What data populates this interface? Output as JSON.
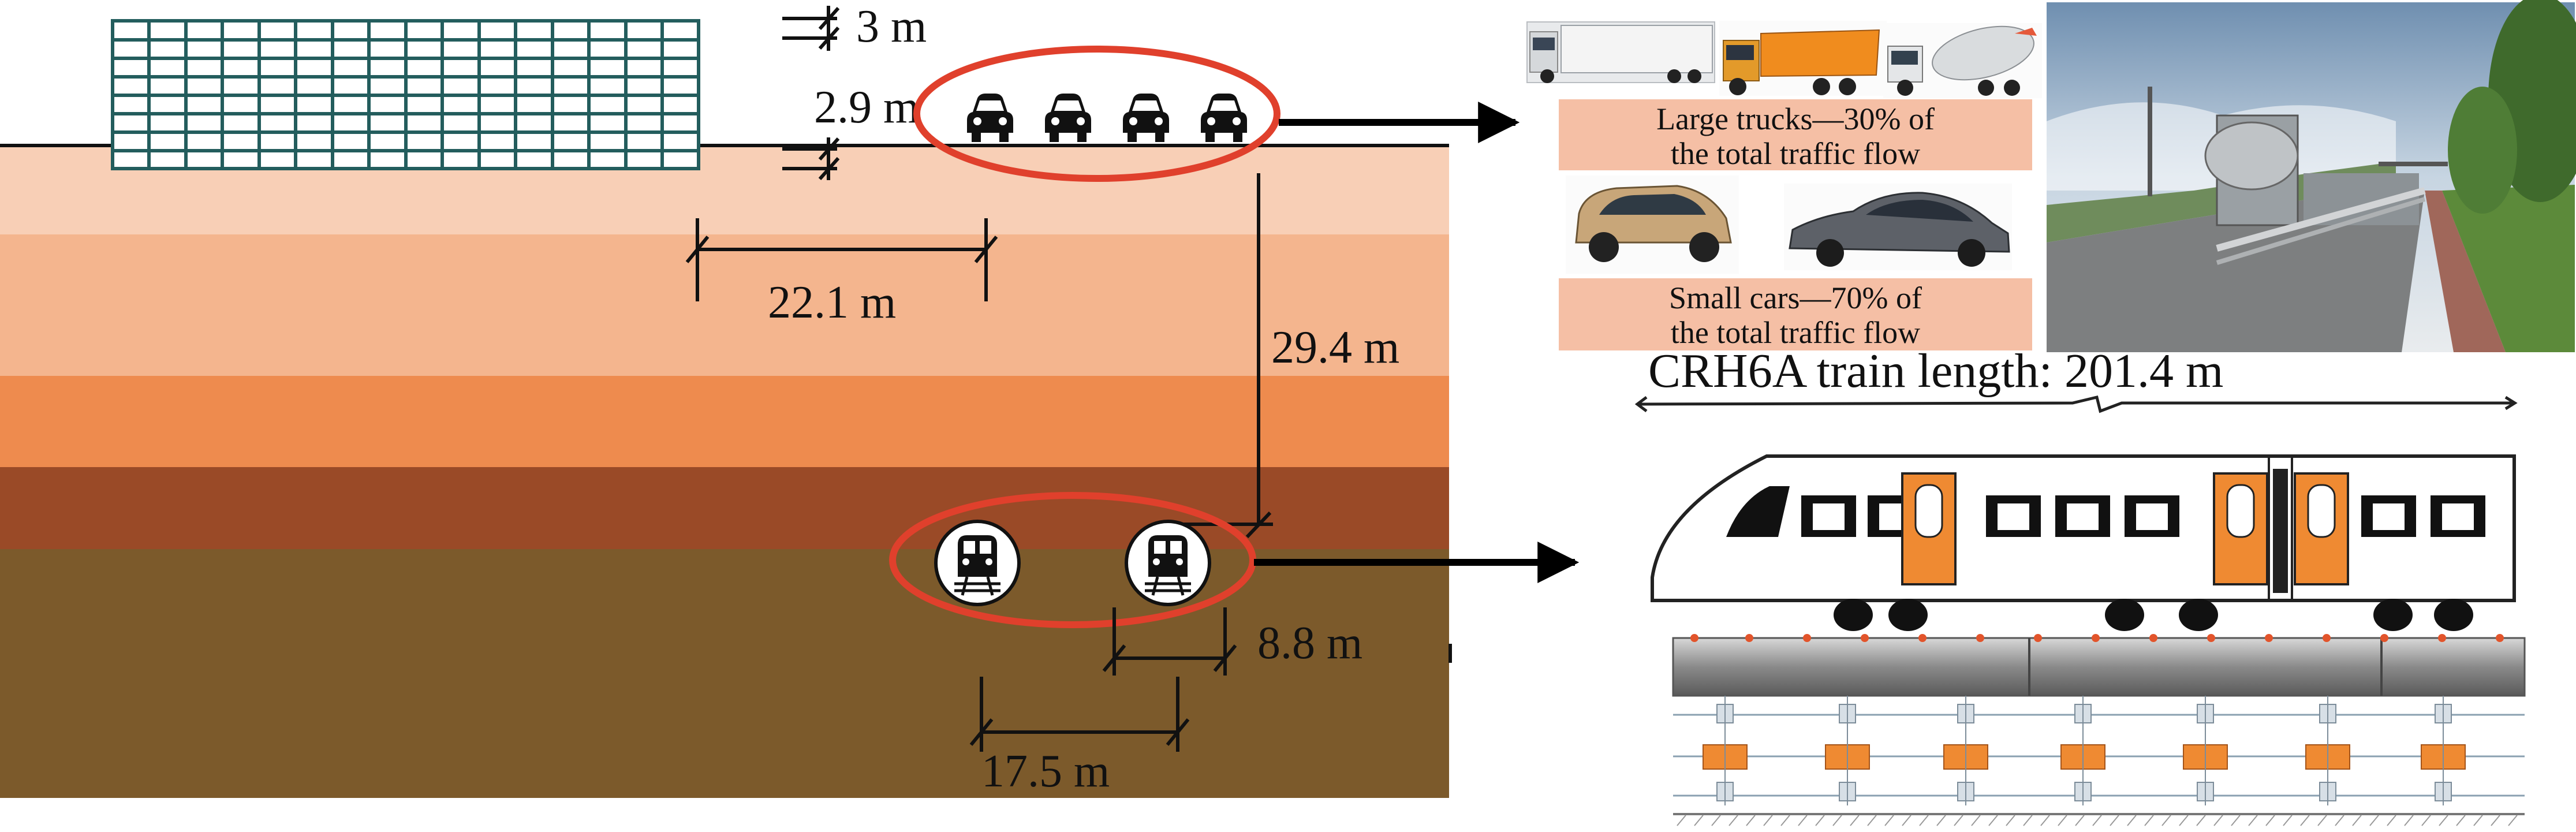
{
  "dimensions": {
    "floor_height": "3 m",
    "road_height": "2.9 m",
    "building_to_road": "22.1 m",
    "road_to_tunnel_depth": "29.4 m",
    "tunnel_spacing": "8.8 m",
    "tunnel_offset": "17.5 m"
  },
  "traffic": {
    "trucks_line1": "Large trucks—30% of",
    "trucks_line2": "the total traffic flow",
    "cars_line1": "Small cars—70% of",
    "cars_line2": "the total traffic flow"
  },
  "train": {
    "length_label": "CRH6A train length: 201.4 m"
  },
  "icons": {
    "vehicle": "car-front-icon",
    "tunnel": "train-front-icon"
  },
  "colors": {
    "highlight_ellipse": "#e0402c",
    "soil_layer_1": "#f8cfb6",
    "soil_layer_2": "#f4b58e",
    "soil_layer_3": "#ee8b4e",
    "soil_layer_4": "#9a4a27",
    "soil_layer_5": "#7c5a2b",
    "caption_bg": "#f5bfa5",
    "train_door": "#ef8a32",
    "building_grid": "#235d5d"
  }
}
